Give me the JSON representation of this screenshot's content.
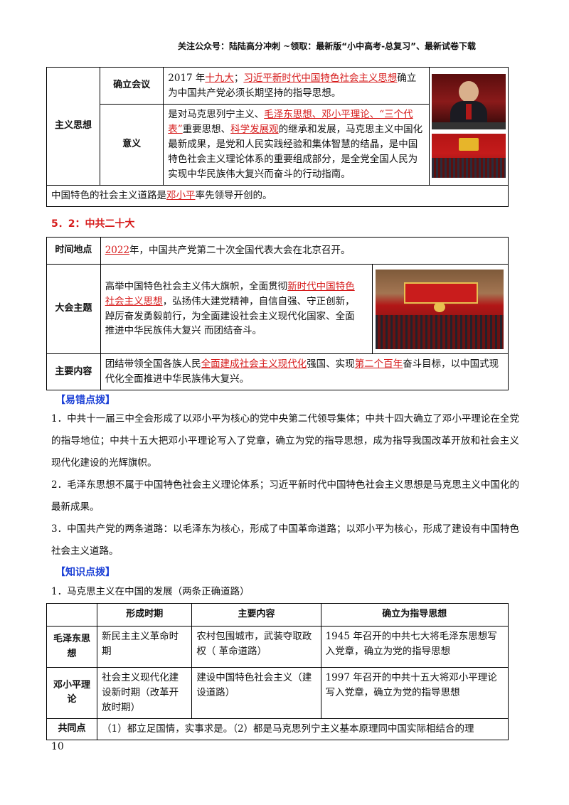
{
  "header": "关注公众号：陆陆高分冲刺 ~领取：最新版“小中高考-总复习”、最新试卷下载",
  "table1": {
    "row_label": "主义思想",
    "establish_label": "确立会议",
    "establish_pre": "2017 年",
    "establish_red1": "十九大",
    "establish_sep": "；",
    "establish_red2": "习近平新时代中国特色社会主义思想",
    "establish_post": "确立为中国共产党必须长期坚持的指导思想。",
    "meaning_label": "意义",
    "meaning_pre": "是对马克思列宁主义、",
    "meaning_red1": "毛泽东思想、邓小平理论、“三个代表”",
    "meaning_mid": "重要思想、",
    "meaning_red2": "科学发展观",
    "meaning_post": "的继承和发展，马克思主义中国化最新成果，是党和人民实践经验和集体智慧的结晶，是中国特色社会主义理论体系的重要组成部分，是全党全国人民为实现中华民族伟大复兴而奋斗的行动指南。",
    "footer_pre": "中国特色的社会主义道路是",
    "footer_red": "邓小平",
    "footer_post": "率先领导开创的。"
  },
  "section52": "5．2：中共二十大",
  "table2": {
    "time_label": "时间地点",
    "time_red": "2022",
    "time_post": "年，中国共产党第二十次全国代表大会在北京召开。",
    "theme_label": "大会主题",
    "theme_pre": "高举中国特色社会主义伟大旗帜，全面贯彻",
    "theme_red": "新时代中国特色社会主义思想",
    "theme_post": "，弘扬伟大建党精神，自信自强、守正创新，踔厉奋发勇毅前行，为全面建设社会主义现代化国家、全面推进中华民族伟大复兴 而团结奋斗。",
    "content_label": "主要内容",
    "content_pre": "团结带领全国各族人民",
    "content_red1": "全面建成社会主义现代化",
    "content_mid": "强国、实现",
    "content_red2": "第二个百年",
    "content_post": "奋斗目标，以中国式现代化全面推进中华民族伟大复兴。"
  },
  "tips_title": "【易错点拨】",
  "tips": [
    "1．中共十一届三中全会形成了以邓小平为核心的党中央第二代领导集体；中共十四大确立了邓小平理论在全党的指导地位；中共十五大把邓小平理论写入了党章，确立为党的指导思想，成为指导我国改革开放和社会主义现代化建设的光辉旗帜。",
    "2．毛泽东思想不属于中国特色社会主义理论体系；习近平新时代中国特色社会主义思想是马克思主义中国化的最新成果。",
    "3．中国共产党的两条道路：以毛泽东为核心，形成了中国革命道路；以邓小平为核心，形成了建设有中国特色社会主义道路。"
  ],
  "knowledge_title": "【知识点拨】",
  "knowledge_sub": "1．马克思主义在中国的发展（两条正确道路）",
  "table3": {
    "headers": [
      "",
      "形成时期",
      "主要内容",
      "确立为指导思想"
    ],
    "rows": [
      [
        "毛泽东思想",
        "新民主主义革命时期",
        "农村包围城市，武装夺取政权（ 革命道路）",
        "1945 年召开的中共七大将毛泽东思想写入党章，确立为党的指导思想"
      ],
      [
        "邓小平理论",
        "社会主义现代化建设新时期（改革开放时期）",
        "建设中国特色社会主义（建设道路）",
        "1997 年召开的中共十五大将邓小平理论写入党章，确立为党的指导思想"
      ]
    ],
    "common_label": "共同点",
    "common_text": "（1）都立足国情，实事求是。（2）都是马克思列宁主义基本原理同中国实际相结合的理"
  },
  "page_number": "10",
  "colors": {
    "red": "#d61a1a",
    "blue": "#1a3fd6"
  }
}
